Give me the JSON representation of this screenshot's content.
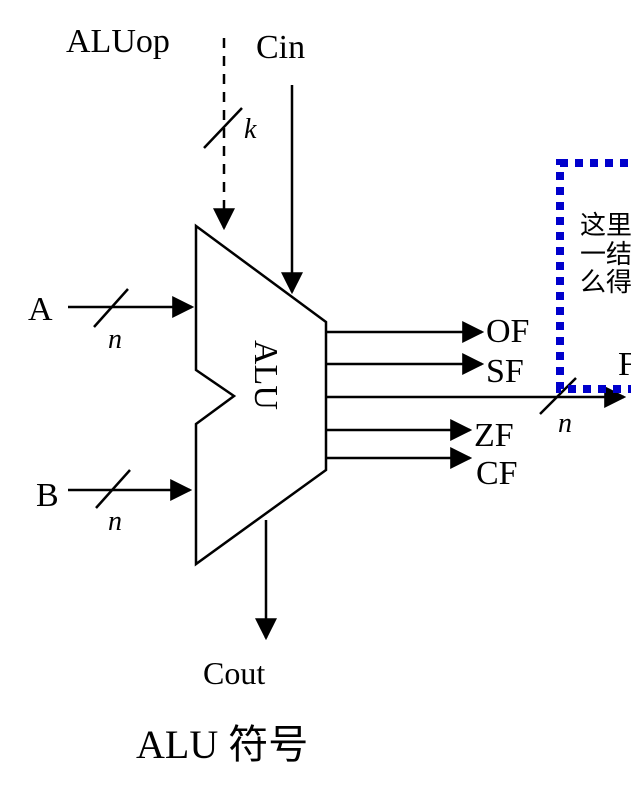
{
  "labels": {
    "aluop": "ALUop",
    "cin": "Cin",
    "k": "k",
    "a": "A",
    "b": "B",
    "n_a": "n",
    "n_b": "n",
    "n_out": "n",
    "alu_body": "ALU",
    "of": "OF",
    "sf": "SF",
    "zf": "ZF",
    "cf": "CF",
    "cout": "Cout",
    "f_partial": "F"
  },
  "note": {
    "line1": "这里",
    "line2": "一结",
    "line3": "么得",
    "border_color": "#0000cc"
  },
  "caption": "ALU 符号"
}
